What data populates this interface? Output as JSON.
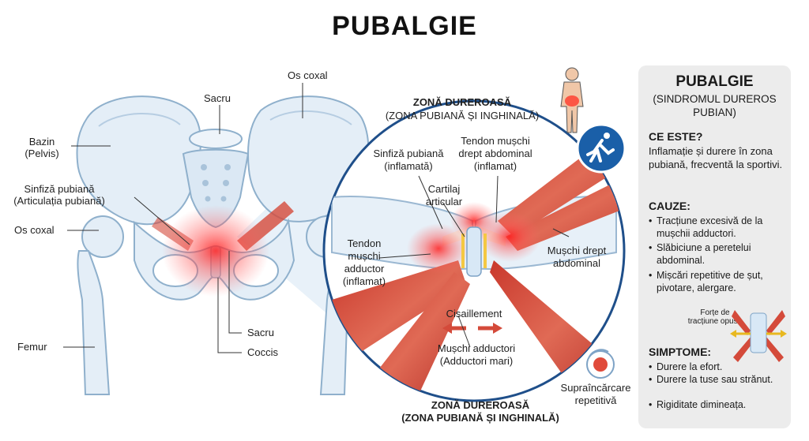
{
  "title": "PUBALGIE",
  "pelvis_labels": {
    "os_coxal_top": "Os coxal",
    "sacru_top": "Sacru",
    "bazin_line1": "Bazin",
    "bazin_line2": "(Pelvis)",
    "sinfiza_line1": "Sinfiză pubiană",
    "sinfiza_line2": "(Articulația pubiană)",
    "os_coxal_left": "Os coxal",
    "femur": "Femur",
    "sacru_bottom": "Sacru",
    "coccis": "Coccis"
  },
  "zoom_labels": {
    "zona_top_line1": "ZONĂ DUREROASĂ",
    "zona_top_line2": "(ZONA PUBIANĂ ȘI INGHINALĂ)",
    "sinfiza_line1": "Sinfiză pubiană",
    "sinfiza_line2": "(inflamată)",
    "tendon_abd_line1": "Tendon mușchi",
    "tendon_abd_line2": "drept abdominal",
    "tendon_abd_line3": "(inflamat)",
    "cartilaj_line1": "Cartilaj",
    "cartilaj_line2": "articular",
    "tendon_add_line1": "Tendon",
    "tendon_add_line2": "mușchi",
    "tendon_add_line3": "adductor",
    "tendon_add_line4": "(inflamat)",
    "muschi_drept_line1": "Mușchi drept",
    "muschi_drept_line2": "abdominal",
    "cisaillement": "Cisaillement",
    "muschi_add_line1": "Mușchi adductori",
    "muschi_add_line2": "(Adductori mari)",
    "zona_bottom_line1": "ZONĂ DUREROASĂ",
    "zona_bottom_line2": "(ZONA PUBIANĂ ȘI INGHINALĂ)",
    "supra_line1": "Supraîncărcare",
    "supra_line2": "repetitivă"
  },
  "info_panel": {
    "title": "PUBALGIE",
    "subtitle_line1": "(SINDROMUL DUREROS",
    "subtitle_line2": "PUBIAN)",
    "ce_este_heading": "CE ESTE?",
    "ce_este_text": "Inflamație și durere în zona pubiană, frecventă la sportivi.",
    "cauze_heading": "CAUZE:",
    "cauze": [
      "Tracțiune excesivă de la mușchii adductori.",
      "Slăbiciune a peretelui abdominal.",
      "Mișcări repetitive de șut, pivotare, alergare."
    ],
    "forte_line1": "Forțe de",
    "forte_line2": "tracțiune opuse",
    "simptome_heading": "SIMPTOME:",
    "simptome": [
      "Durere la efort.",
      "Durere la tuse sau strănut.",
      "Rigiditate dimineața."
    ]
  },
  "icons": [
    "runner-icon",
    "human-figure-icon",
    "repeat-load-icon",
    "shear-arrows-icon"
  ],
  "colors": {
    "bone_fill": "#e4eef7",
    "bone_stroke": "#8fb0cc",
    "muscle": "#d44a3a",
    "inflammation": "#ff2a2a",
    "zoom_circle": "#1f4f8a",
    "runner_badge": "#1a5fa8",
    "panel_bg": "#ececec"
  }
}
